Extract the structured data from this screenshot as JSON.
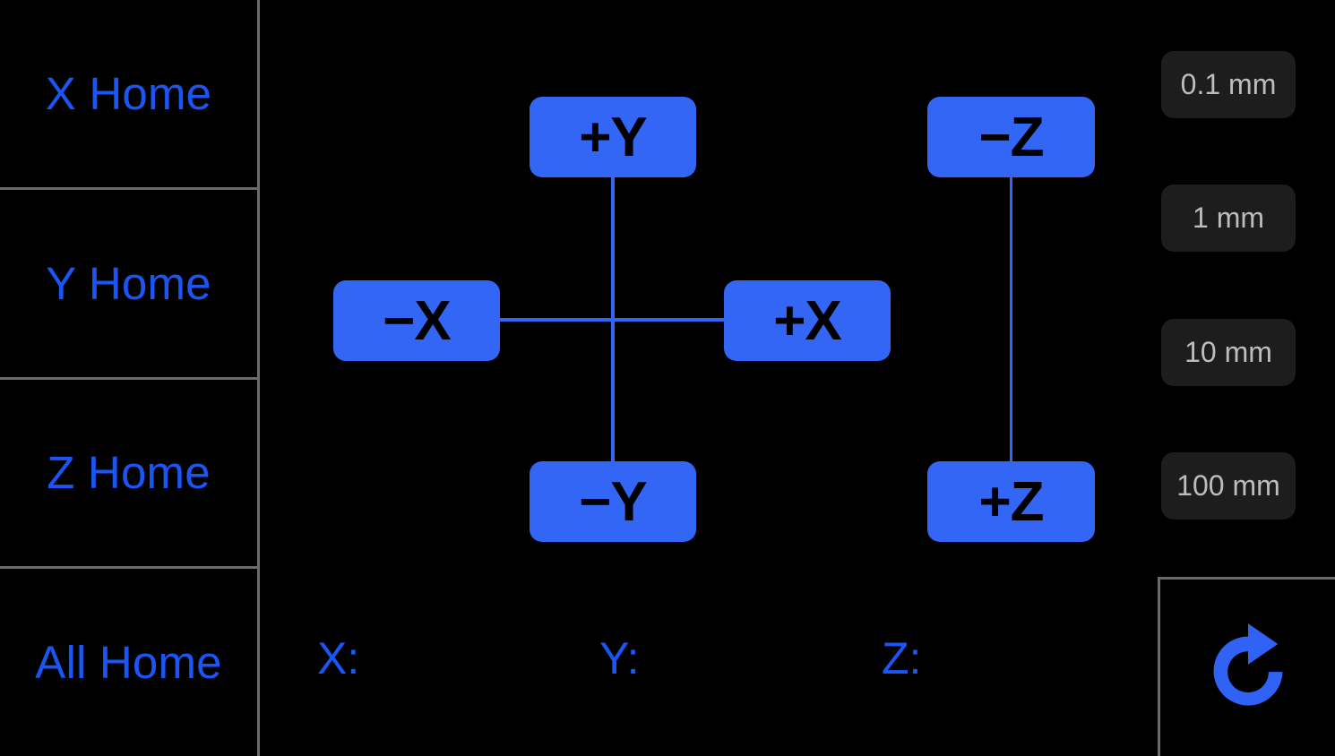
{
  "app": {
    "background_color": "#000000",
    "accent_blue": "#1a56f5",
    "button_blue": "#3366f5",
    "divider_gray": "#6b6b6b",
    "step_button_bg": "#1d1d1d",
    "step_button_text": "#bdbdbd"
  },
  "sidebar": {
    "items": [
      {
        "label": "X Home",
        "name": "x-home"
      },
      {
        "label": "Y Home",
        "name": "y-home"
      },
      {
        "label": "Z Home",
        "name": "z-home"
      },
      {
        "label": "All Home",
        "name": "all-home"
      }
    ]
  },
  "jog": {
    "y_plus": "+Y",
    "y_minus": "−Y",
    "x_minus": "−X",
    "x_plus": "+X",
    "z_minus": "−Z",
    "z_plus": "+Z"
  },
  "coordinates": [
    {
      "label": "X:",
      "value": ""
    },
    {
      "label": "Y:",
      "value": ""
    },
    {
      "label": "Z:",
      "value": ""
    }
  ],
  "step_sizes": {
    "options": [
      "0.1 mm",
      "1 mm",
      "10 mm",
      "100 mm"
    ],
    "s0": "0.1 mm",
    "s1": "1 mm",
    "s2": "10 mm",
    "s3": "100 mm"
  },
  "refresh": {
    "icon": "refresh-icon",
    "label": ""
  }
}
